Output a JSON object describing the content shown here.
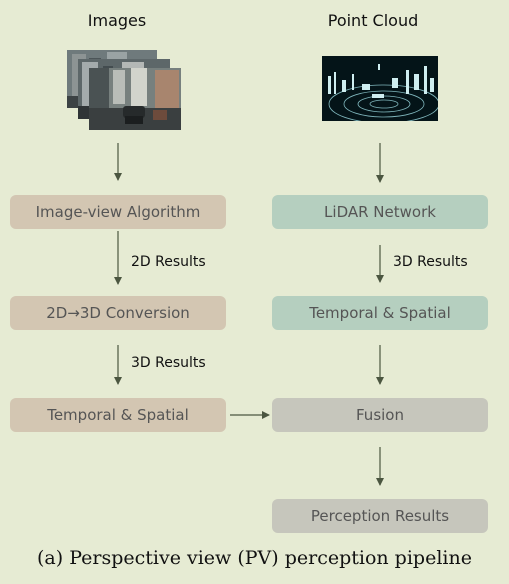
{
  "left_column_title": "Images",
  "right_column_title": "Point Cloud",
  "nodes": {
    "image_view_algorithm": "Image-view Algorithm",
    "conversion_2d_3d": "2D→3D Conversion",
    "temporal_spatial_left": "Temporal & Spatial",
    "lidar_network": "LiDAR Network",
    "temporal_spatial_right": "Temporal & Spatial",
    "fusion": "Fusion",
    "perception_results": "Perception Results"
  },
  "edge_labels": {
    "results_2d": "2D Results",
    "results_3d_left": "3D Results",
    "results_3d_right": "3D Results"
  },
  "caption": "(a) Perspective view (PV) perception pipeline",
  "colors": {
    "background": "#e6ebd3",
    "camera_branch": "#d3c6b2",
    "lidar_branch": "#b5cfbf",
    "fusion_branch": "#c6c6bc",
    "arrow": "#4b5640"
  }
}
